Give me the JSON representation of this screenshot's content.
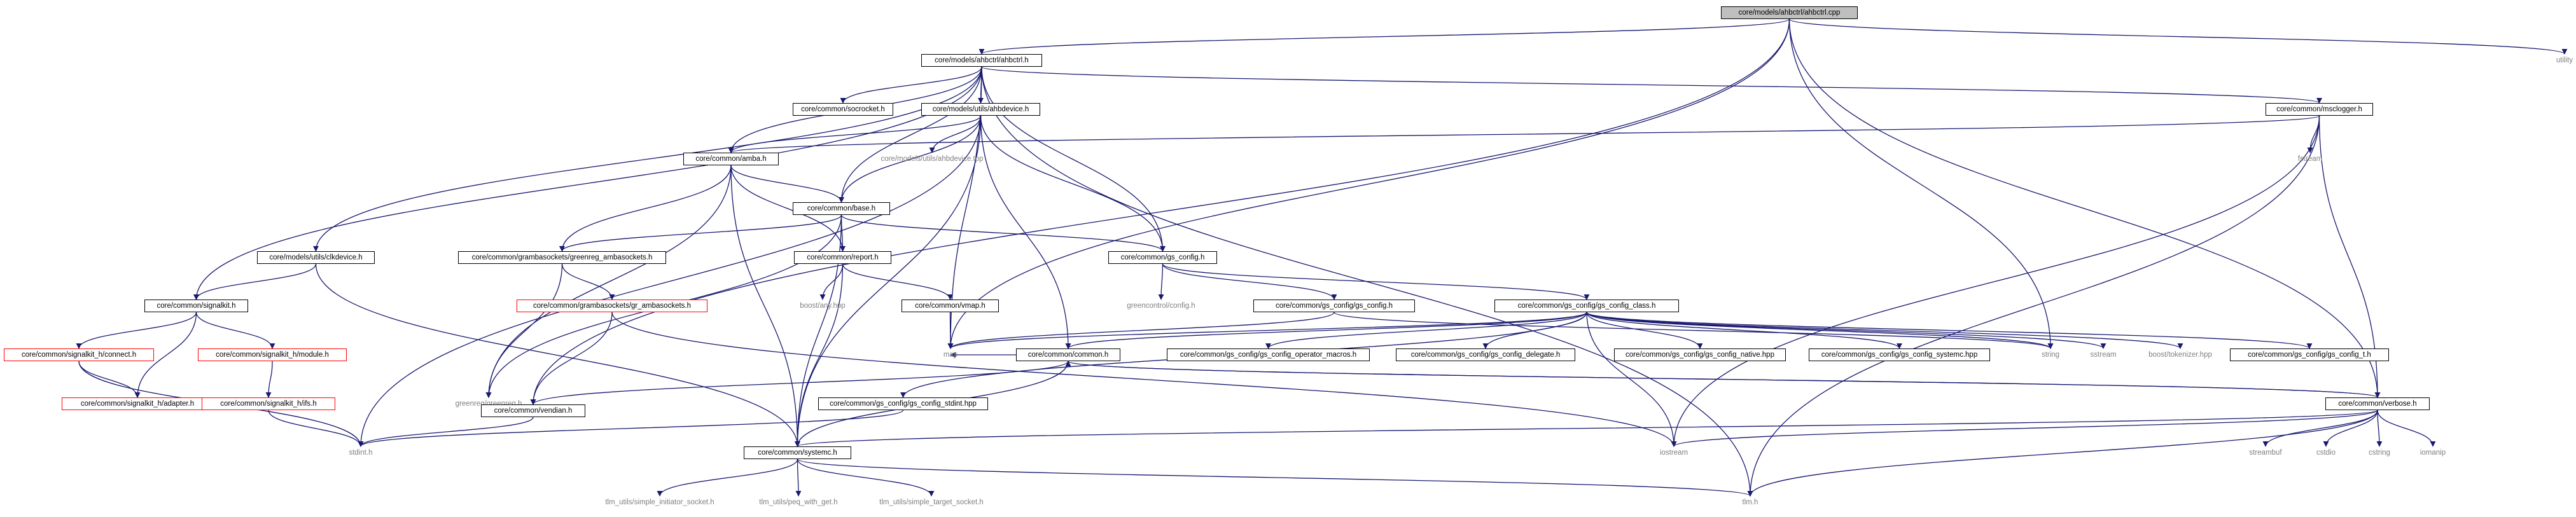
{
  "diagram": {
    "focus": "core/models/ahbctrl/ahbctrl.cpp",
    "nodes": {
      "ahbctrl_cpp": "core/models/ahbctrl/ahbctrl.cpp",
      "ahbctrl_h": "core/models/ahbctrl/ahbctrl.h",
      "utility": "utility",
      "socrocket_h": "core/common/socrocket.h",
      "ahbdevice_h": "core/models/utils/ahbdevice.h",
      "msclogger_h": "core/common/msclogger.h",
      "amba_h": "core/common/amba.h",
      "ahbdevice_tpp": "core/models/utils/ahbdevice.tpp",
      "fstream": "fstream",
      "base_h": "core/common/base.h",
      "clkdevice_h": "core/models/utils/clkdevice.h",
      "greenreg_ambasockets_h": "core/common/grambasockets/greenreg_ambasockets.h",
      "report_h": "core/common/report.h",
      "gs_config_h": "core/common/gs_config.h",
      "signalkit_h": "core/common/signalkit.h",
      "gr_ambasockets_h": "core/common/grambasockets/gr_ambasockets.h",
      "boost_any": "boost/any.hpp",
      "vmap_h": "core/common/vmap.h",
      "greencontrol_config": "greencontrol/config.h",
      "gs_config_h2": "core/common/gs_config/gs_config.h",
      "gs_config_class_h": "core/common/gs_config/gs_config_class.h",
      "sk_connect_h": "core/common/signalkit_h/connect.h",
      "sk_module_h": "core/common/signalkit_h/module.h",
      "map": "map",
      "string": "string",
      "sstream": "sstream",
      "boost_tokenizer": "boost/tokenizer.hpp",
      "gs_config_t_h": "core/common/gs_config/gs_config_t.h",
      "common_h": "core/common/common.h",
      "gs_config_operator_macros": "core/common/gs_config/gs_config_operator_macros.h",
      "gs_config_delegate": "core/common/gs_config/gs_config_delegate.h",
      "gs_config_native": "core/common/gs_config/gs_config_native.hpp",
      "gs_config_systemc": "core/common/gs_config/gs_config_systemc.hpp",
      "greenreg_h": "greenreg/greenreg.h",
      "sk_adapter_h": "core/common/signalkit_h/adapter.h",
      "sk_ifs_h": "core/common/signalkit_h/ifs.h",
      "gs_config_stdint": "core/common/gs_config/gs_config_stdint.hpp",
      "vendian_h": "core/common/vendian.h",
      "verbose_h": "core/common/verbose.h",
      "stdint_h": "stdint.h",
      "systemc_h": "core/common/systemc.h",
      "iostream": "iostream",
      "streambuf": "streambuf",
      "cstdio": "cstdio",
      "cstring": "cstring",
      "iomanip": "iomanip",
      "tlm_initiator": "tlm_utils/simple_initiator_socket.h",
      "tlm_peq": "tlm_utils/peq_with_get.h",
      "tlm_target": "tlm_utils/simple_target_socket.h",
      "tlm_h": "tlm.h"
    }
  },
  "colors": {
    "edge": "#191970",
    "node_border": "#000000",
    "truncated_border": "#ff0000",
    "external_text": "#7f7f7f",
    "focus_fill": "#bfbfbf"
  }
}
